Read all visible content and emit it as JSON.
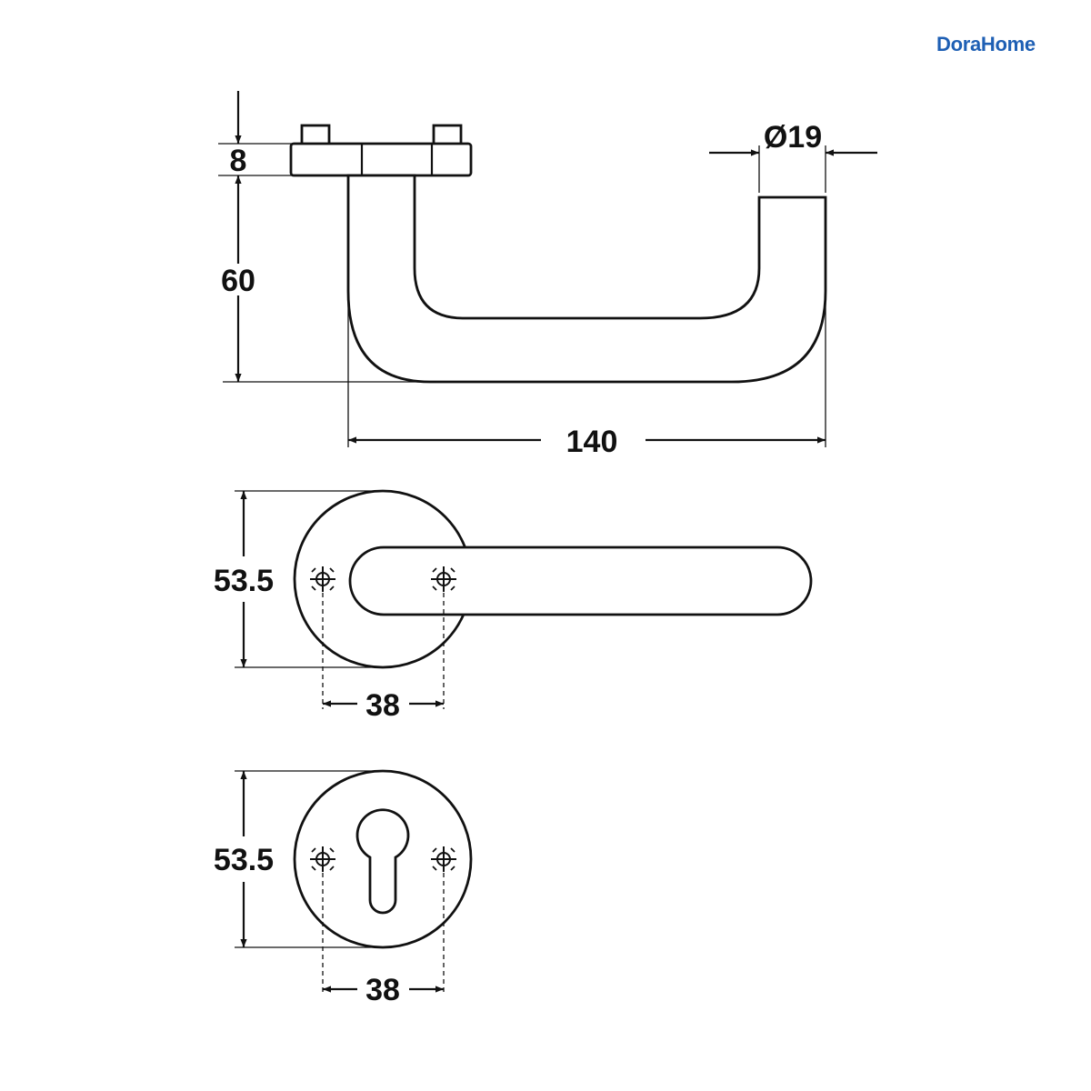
{
  "brand": {
    "name": "DoraHome",
    "color": "#1e5fb4"
  },
  "side_view": {
    "rose_thickness": "8",
    "projection": "60",
    "length": "140",
    "diameter": "Ø19"
  },
  "lever_rose_view": {
    "rose_diameter": "53.5",
    "screw_spacing": "38"
  },
  "escutcheon_view": {
    "rose_diameter": "53.5",
    "screw_spacing": "38"
  },
  "colors": {
    "line": "#111111",
    "background": "#ffffff"
  }
}
